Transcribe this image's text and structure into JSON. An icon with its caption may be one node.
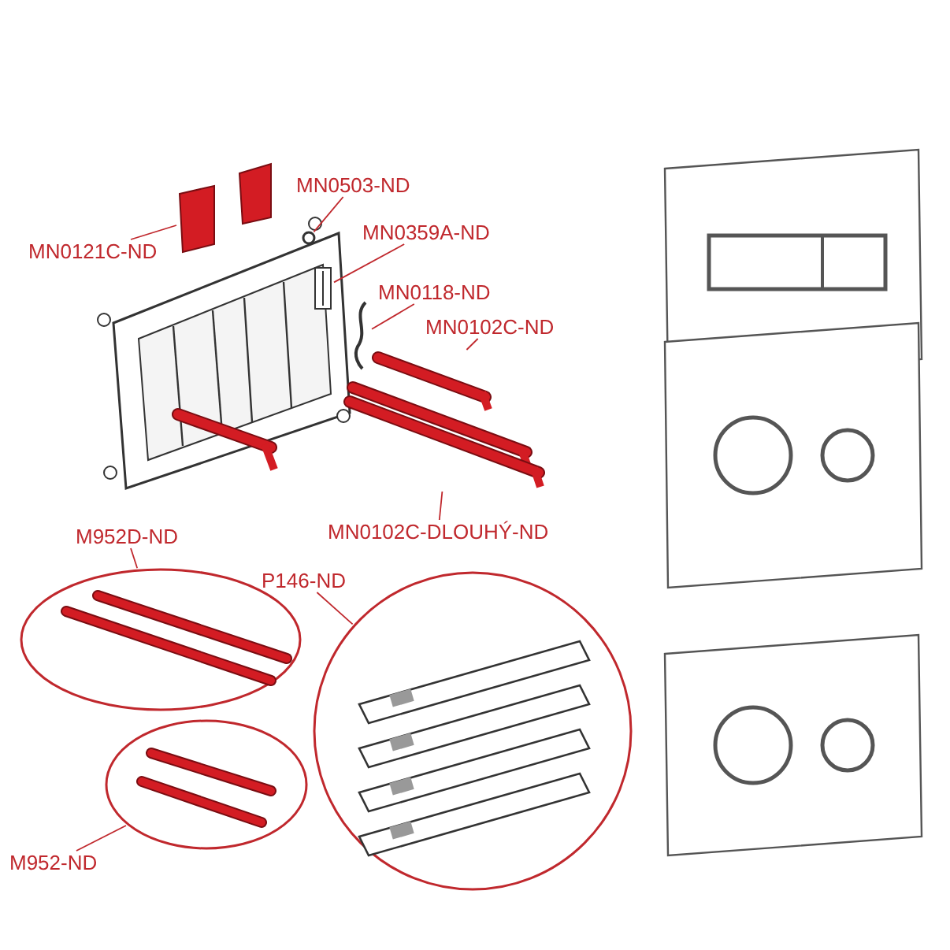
{
  "diagram": {
    "nodes": [
      {
        "text": [
          "MN0503-ND"
        ]
      },
      {
        "text": [
          "MN0121C-ND"
        ]
      },
      {
        "text": [
          "MN0359A-ND"
        ]
      },
      {
        "text": [
          "MN0118-ND"
        ]
      },
      {
        "text": [
          "MN0102C-ND"
        ]
      },
      {
        "text": [
          "MN0102C-DLOUHÝ-ND"
        ]
      },
      {
        "text": [
          "M952D-ND"
        ]
      },
      {
        "text": [
          "P146-ND"
        ]
      },
      {
        "text": [
          "M952-ND"
        ]
      },
      {
        "text": [],
        "shape": "circle"
      },
      {
        "text": [],
        "shape": "box"
      },
      {
        "text": [],
        "shape": "picture"
      },
      {
        "text": [],
        "shape": "picture"
      },
      {
        "text": [],
        "shape": "picture"
      },
      {
        "text": [],
        "shape": "picture"
      },
      {
        "text": [],
        "shape": "circle"
      },
      {
        "text": [],
        "shape": "circle"
      },
      {
        "text": [],
        "shape": "circle"
      }
    ],
    "edges": [
      {
        "from": 0,
        "to": 9,
        "arrow": "none"
      },
      {
        "from": 1,
        "to": 10,
        "arrow": "none"
      },
      {
        "from": 2,
        "to": 11,
        "arrow": "none"
      },
      {
        "from": 3,
        "to": 12,
        "arrow": "none"
      },
      {
        "from": 4,
        "to": 13,
        "arrow": "none"
      },
      {
        "from": 5,
        "to": 14,
        "arrow": "none"
      },
      {
        "from": 6,
        "to": 15,
        "arrow": "none"
      },
      {
        "from": 7,
        "to": 16,
        "arrow": "none"
      },
      {
        "from": 8,
        "to": 17,
        "arrow": "none"
      }
    ]
  }
}
